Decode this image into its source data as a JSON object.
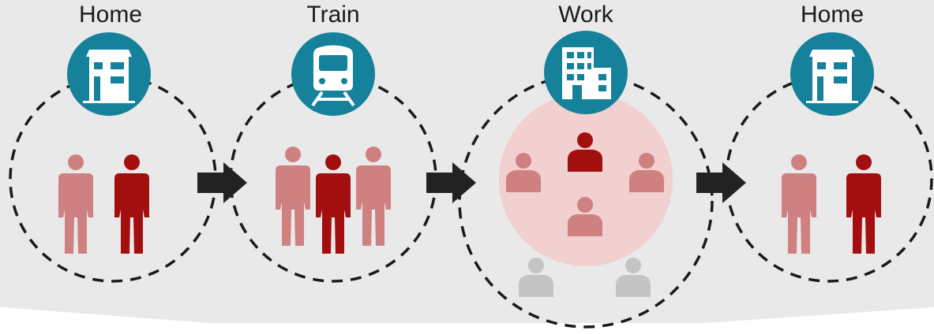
{
  "stages": [
    {
      "label": "Home",
      "icon": "house-icon"
    },
    {
      "label": "Train",
      "icon": "train-icon"
    },
    {
      "label": "Work",
      "icon": "office-building-icon"
    },
    {
      "label": "Home",
      "icon": "house-icon"
    }
  ],
  "colors": {
    "background_band": "#e9e9e9",
    "icon_badge": "#15819a",
    "person_dark": "#a30f0f",
    "person_light": "#cf8080",
    "person_grey": "#c4c4c4",
    "work_highlight": "#f2d0d0",
    "arrow": "#222222"
  }
}
